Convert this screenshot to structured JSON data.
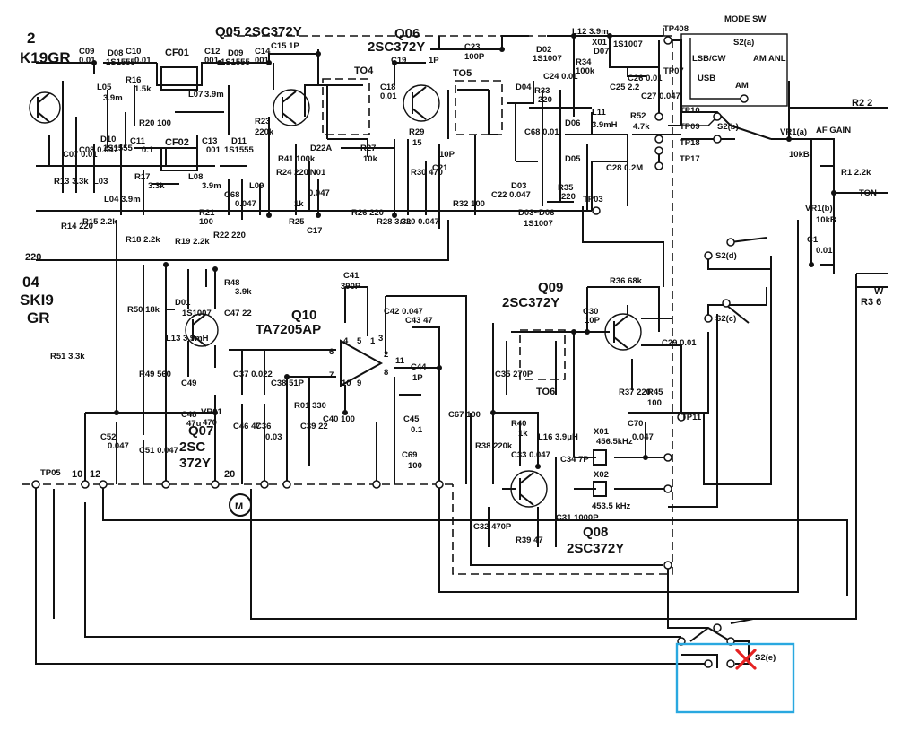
{
  "transistors": {
    "q2_partial": "2",
    "q2_part": "K19GR",
    "q05": "Q05 2SC372Y",
    "q06_name": "Q06",
    "q06_type": "2SC372Y",
    "q04_name": "04",
    "q04_part1": "SKI9",
    "q04_part2": "GR",
    "q07_name": "Q07",
    "q07_type1": "2SC",
    "q07_type2": "372Y",
    "q08_name": "Q08",
    "q08_type": "2SC372Y",
    "q09_name": "Q09",
    "q09_type": "2SC372Y",
    "q10_name": "Q10",
    "q10_type": "TA7205AP"
  },
  "components": {
    "c09": "C09",
    "c09_val": "0.01",
    "d08": "D08",
    "d08_type": "1S1555",
    "c10": "C10",
    "c10_val": "0.01",
    "cf01": "CF01",
    "c12": "C12",
    "c12_val": "001",
    "d09": "D09",
    "d09_type": "1S1555",
    "c14": "C14",
    "c14_val": "001",
    "c15": "C15 1P",
    "c19": "C19",
    "c19_val": "1P",
    "c23": "C23",
    "c23_val": "100P",
    "d02": "D02",
    "d02_type": "1S1007",
    "l12": "L12 3.9m",
    "x01": "X01",
    "d07": "D07",
    "d07_type": "1S1007",
    "tp408": "TP408",
    "mode_sw": "MODE SW",
    "s2a": "S2(a)",
    "lsb_cw": "LSB/CW",
    "usb": "USB",
    "am_anl": "AM ANL",
    "am": "AM",
    "tp07": "TP07",
    "r2": "R2 2",
    "l05": "L05",
    "l05_val": "3.9m",
    "r16": "R16",
    "r16_val": "1.5k",
    "l07": "L07",
    "l07_val": "3.9m",
    "r20": "R20 100",
    "r23": "R23",
    "r23_val": "220k",
    "to4": "TO4",
    "c18": "C18",
    "c18_val": "0.01",
    "d22a": "D22A",
    "to5": "TO5",
    "d04": "D04",
    "r33": "R33",
    "r33_val": "220",
    "c24": "C24 0.01",
    "r34": "R34",
    "r34_val": "100k",
    "c25": "C25 2.2",
    "c26": "C26 0.01",
    "c27": "C27 0.047",
    "tp10": "TP10",
    "tp09": "TP09",
    "tp18": "TP18",
    "tp17": "TP17",
    "s2b": "S2(b)",
    "af_gain": "AF GAIN",
    "vr1a": "VR1(a)",
    "vr1a_val": "10kB",
    "r1": "R1 2.2k",
    "tone": "TON",
    "r13": "R13 3.3k",
    "c07": "C07 0.01",
    "c08": "C08 0.047",
    "l03": "L03",
    "r15": "R15 2.2k",
    "r14": "R14 220",
    "d10": "D10",
    "d10_type": "1S1555",
    "c11": "C11",
    "c11_val": "0.1",
    "cf02": "CF02",
    "c13": "C13",
    "c13_val": "001",
    "d11": "D11",
    "d11_type": "1S1555",
    "l04": "L04 3.9m",
    "r17": "R17",
    "r17_val": "3.3k",
    "l08": "L08",
    "l08_val": "3.9m",
    "r21": "R21",
    "r21_val": "100",
    "c68": "C68",
    "c68_val": "0.047",
    "l09": "L09",
    "r41": "R41 100k",
    "r24": "R24 220",
    "tn01": "TN01",
    "r25": "R25",
    "r25_val": "1k",
    "c17": "C17",
    "c17_val": "0.047",
    "r26": "R26 220",
    "r27": "R27",
    "r27_val": "10k",
    "r29": "R29",
    "r29_val": "15",
    "r30": "R30 470",
    "c20": "C20 0.047",
    "r28": "R28 3.3k",
    "c21": "C21",
    "c21_val": "10P",
    "r32": "R32 100",
    "c22": "C22 0.047",
    "d03": "D03",
    "d05": "D05",
    "d06": "D06",
    "c68b": "C68 0.01",
    "l11": "L11",
    "l11_val": "3.9mH",
    "r52": "R52",
    "r52_val": "4.7k",
    "c28": "C28 0.2M",
    "r35": "R35",
    "r35_val": "220",
    "tp03": "TP03",
    "d03_d06": "D03~D06",
    "d03_d06_type": "1S1007",
    "vr1b": "VR1(b)",
    "vr1b_val": "10kB",
    "c1": "C1",
    "c1_val": "0.01",
    "r18": "R18 2.2k",
    "r19": "R19 2.2k",
    "r22": "R22 220",
    "r220": "220",
    "r50": "R50 18k",
    "l13": "L13 3.9mH",
    "d01": "D01",
    "d01_type": "1S1007",
    "r48": "R48",
    "r48_val": "3.9k",
    "c47": "C47 22",
    "c41": "C41",
    "c41_val": "390P",
    "c42": "C42 0.047",
    "c43": "C43 47",
    "s2d": "S2(d)",
    "s2c": "S2(c)",
    "r36": "R36 68k",
    "c30": "C30",
    "c30_val": "10P",
    "c35": "C35 270P",
    "to6": "TO6",
    "c29": "C29 0.01",
    "r37": "R37 220",
    "r45": "R45",
    "r45_val": "100",
    "tp11": "TP11",
    "r3": "R3 6",
    "w_partial": "W",
    "r49": "R49 560",
    "c49": "C49",
    "c37": "C37 0.022",
    "c38": "C38 51P",
    "r01": "R01 330",
    "c44": "C44",
    "c44_val": "1P",
    "r51": "R51 3.3k",
    "c48": "C48",
    "c48_val": "47u",
    "vr01": "VR01",
    "vr01_val": "470",
    "c46": "C46 47",
    "c36": "C36",
    "c36_val": "0.03",
    "c40": "C40 100",
    "c39": "C39 22",
    "c45": "C45",
    "c45_val": "0.1",
    "c67": "C67 100",
    "c69": "C69",
    "c69_val": "100",
    "r38": "R38 220k",
    "r40": "R40",
    "r40_val": "1k",
    "l16": "L16 3.9μH",
    "c33": "C33 0.047",
    "c34": "C34 7P",
    "x01_crystal": "X01",
    "x01_freq": "456.5kHz",
    "c70": "C70",
    "c70_val": "0.047",
    "x02": "X02",
    "x02_freq": "453.5 kHz",
    "c52": "C52",
    "c52_val": "0.047",
    "c51": "C51 0.047",
    "c32": "C32 470P",
    "c31": "C31 1000P",
    "r39": "R39 47",
    "tp05": "TP05",
    "n10": "10",
    "n12": "12",
    "n20": "20",
    "motor": "M",
    "s2e": "S2(e)"
  },
  "ic_pins": {
    "p1": "1",
    "p2": "2",
    "p3": "3",
    "p4": "4",
    "p5": "5",
    "p6": "6",
    "p7": "7",
    "p8": "8",
    "p9": "9",
    "p10": "10",
    "p11": "11"
  },
  "annotation": {
    "highlight_color": "#29a8e0",
    "mark_color": "#e52222"
  }
}
